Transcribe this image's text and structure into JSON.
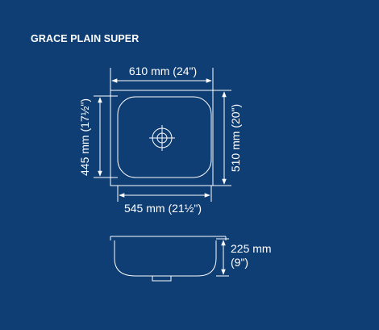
{
  "title": "GRACE PLAIN SUPER",
  "dimensions": {
    "overall_width": "610 mm (24\")",
    "overall_depth": "510 mm (20\")",
    "bowl_width": "545 mm (21½\")",
    "bowl_depth": "445 mm (17½\")",
    "bowl_height_mm": "225 mm",
    "bowl_height_in": "(9\")"
  },
  "colors": {
    "background": "#0f3e74",
    "line": "#ffffff"
  },
  "icons": {
    "drain": "drain-icon"
  }
}
